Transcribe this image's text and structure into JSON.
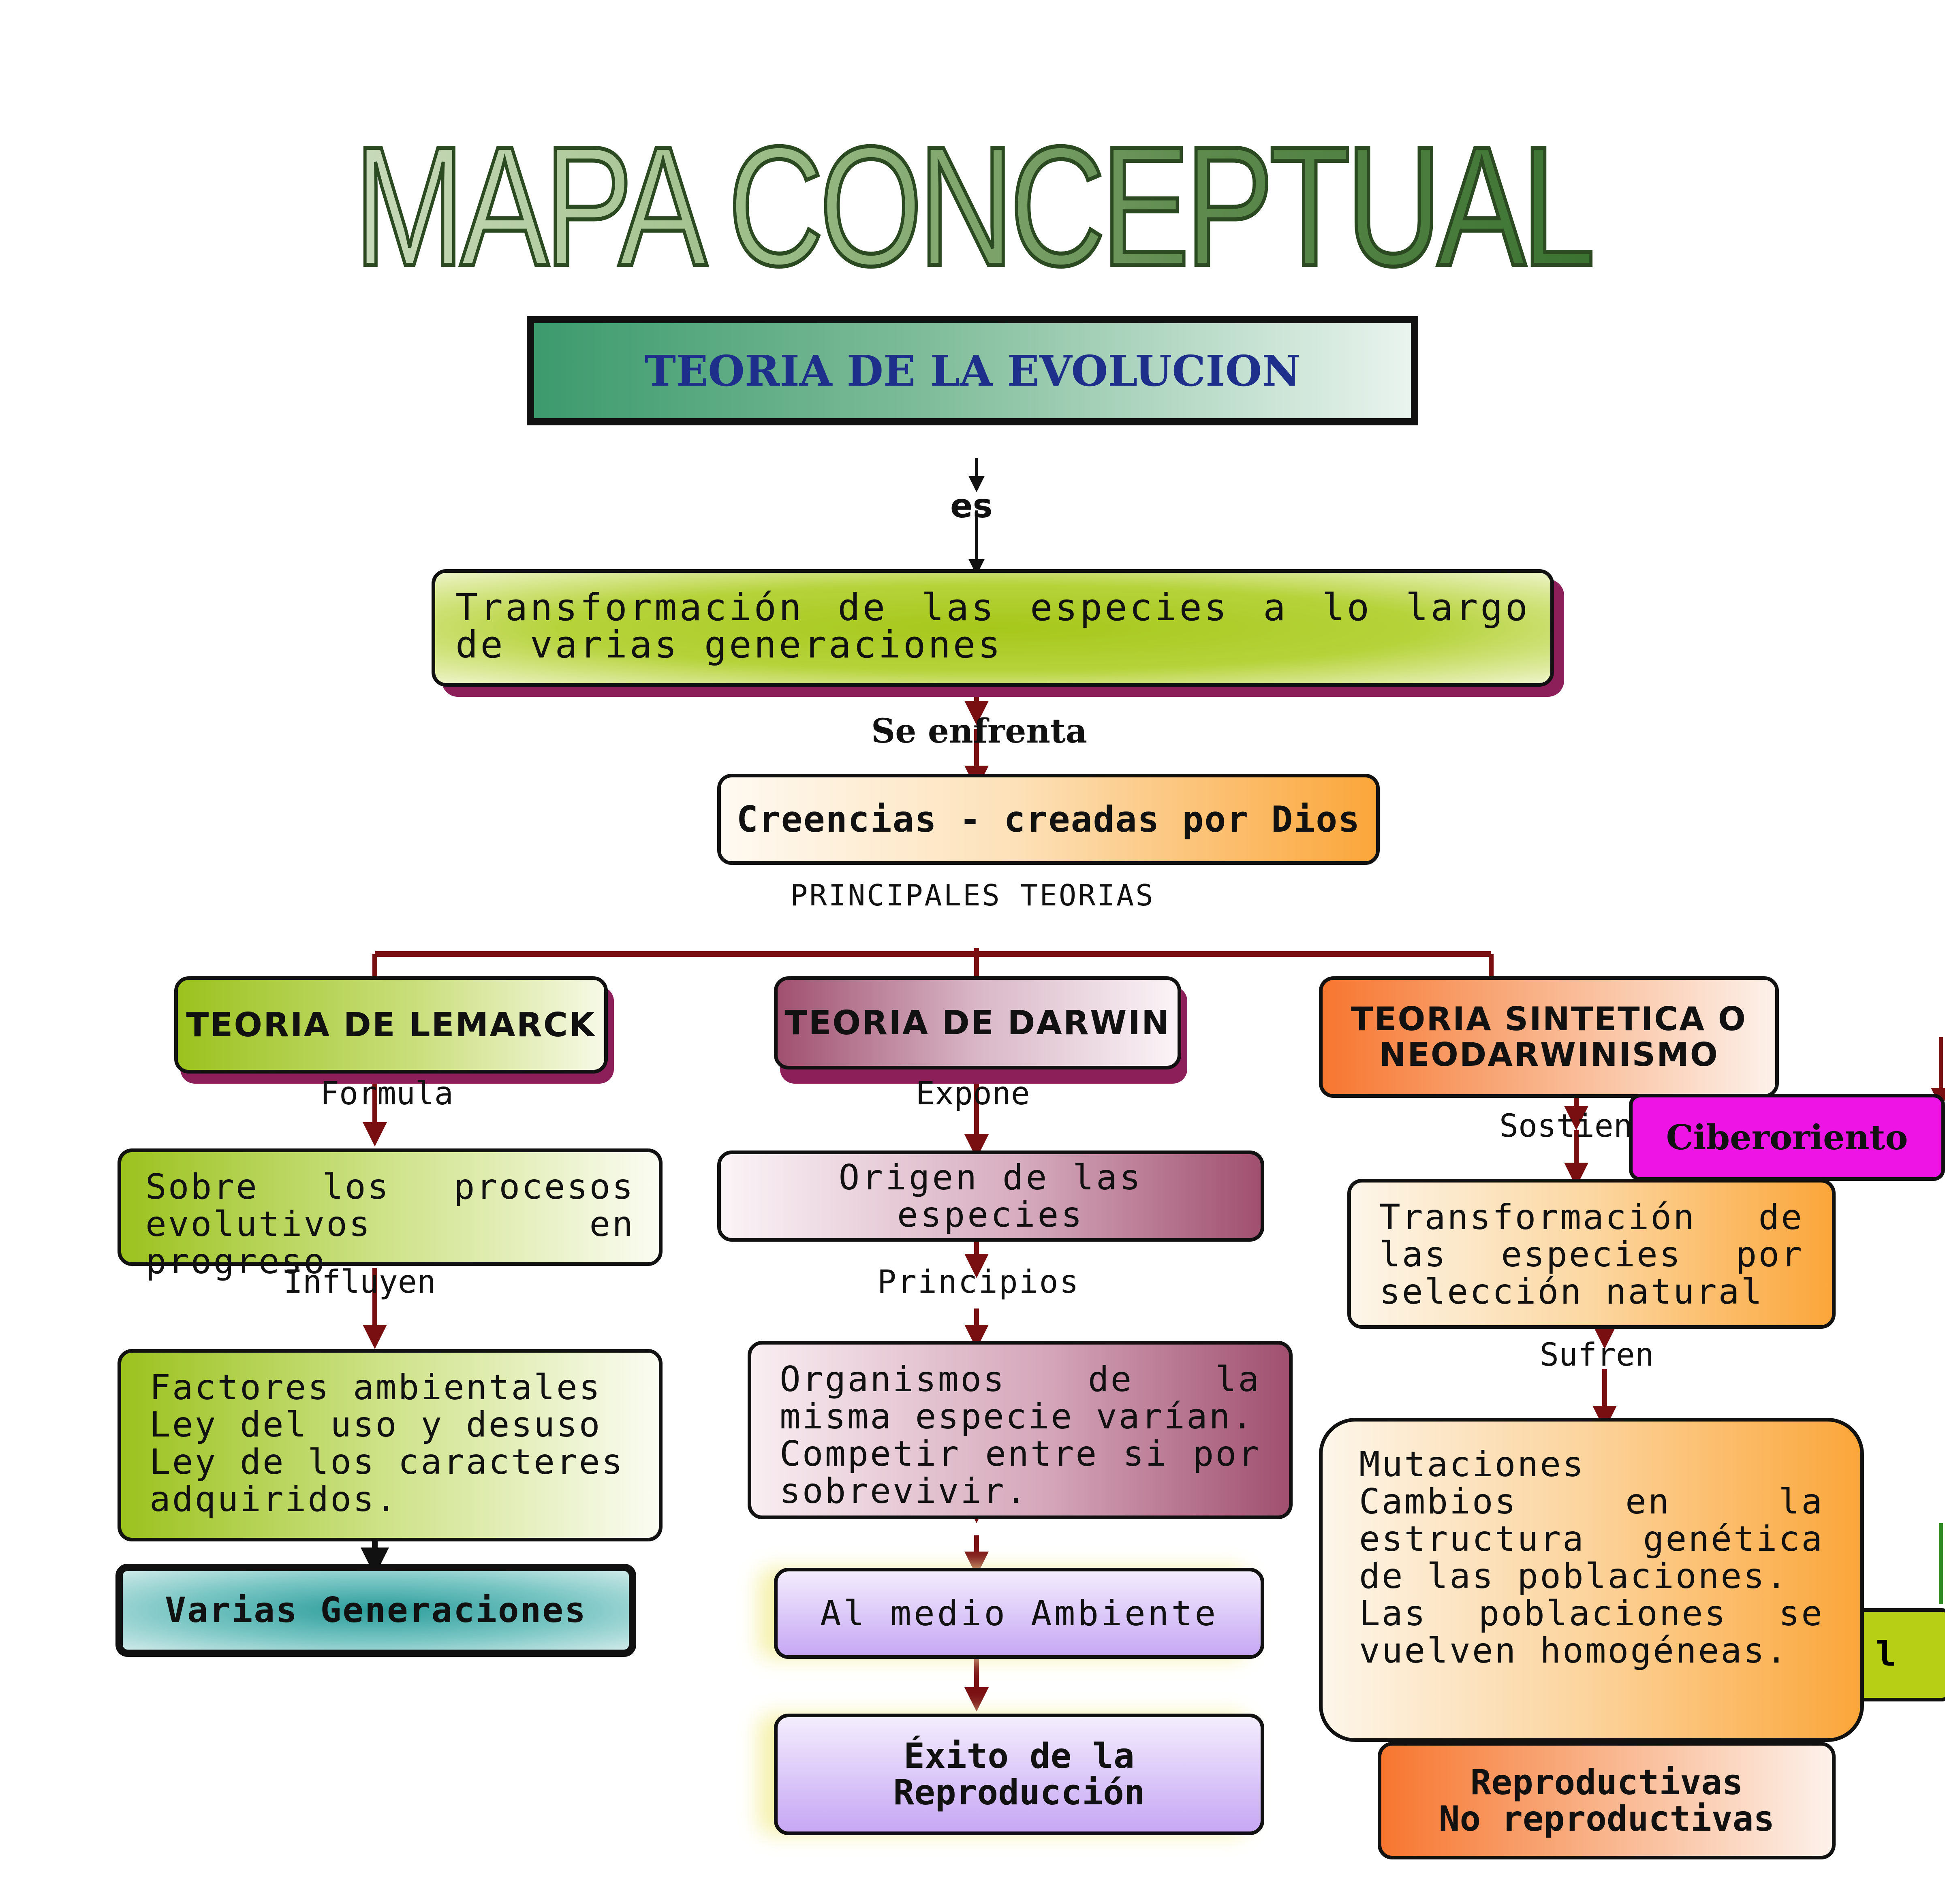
{
  "title": "MAPA CONCEPTUAL",
  "root": "TEORIA DE LA EVOLUCION",
  "link_es": "es",
  "definition": "Transformación de las especies a lo largo de varias generaciones",
  "link_se_enfrenta": "Se enfrenta",
  "beliefs": "Creencias - creadas por Dios",
  "principales": "PRINCIPALES TEORIAS",
  "lamarck": {
    "title": "TEORIA DE LEMARCK",
    "link1": "Formula",
    "node1": "Sobre los procesos evolutivos en progreso",
    "link2": "Influyen",
    "node2": [
      "Factores ambientales",
      "Ley del uso y desuso",
      "Ley de los caracteres adquiridos."
    ],
    "node3": "Varias Generaciones"
  },
  "darwin": {
    "title": "TEORIA DE DARWIN",
    "link1": "Expone",
    "node1": "Origen de las especies",
    "link2": "Principios",
    "node2": [
      "Organismos de la misma especie varían.",
      "Competir entre si por sobrevivir."
    ],
    "node3": "Al medio Ambiente",
    "node4": [
      "Éxito de la",
      "Reproducción"
    ]
  },
  "sintetica": {
    "title": [
      "TEORIA SINTETICA O",
      "NEODARWINISMO"
    ],
    "link1": "Sostien",
    "tag": "Ciberoriento",
    "node1": "Transformación de las especies por selección natural",
    "link2": "Sufren",
    "node2": [
      "Mutaciones",
      "Cambios en la estructura genética de las poblaciones.",
      "Las poblaciones se vuelven homogéneas."
    ],
    "node3": [
      "Reproductivas",
      "No reproductivas"
    ],
    "cut_label": "l"
  },
  "colors": {
    "arrow": "#7a0f12",
    "lamarck_green": "#9bc21e",
    "darwin_mauve": "#a0506e",
    "sintetica_orange": "#f7762f",
    "lavender": "#c7a7f4",
    "teal": "#2b9d9b",
    "magenta": "#ef14e6"
  }
}
